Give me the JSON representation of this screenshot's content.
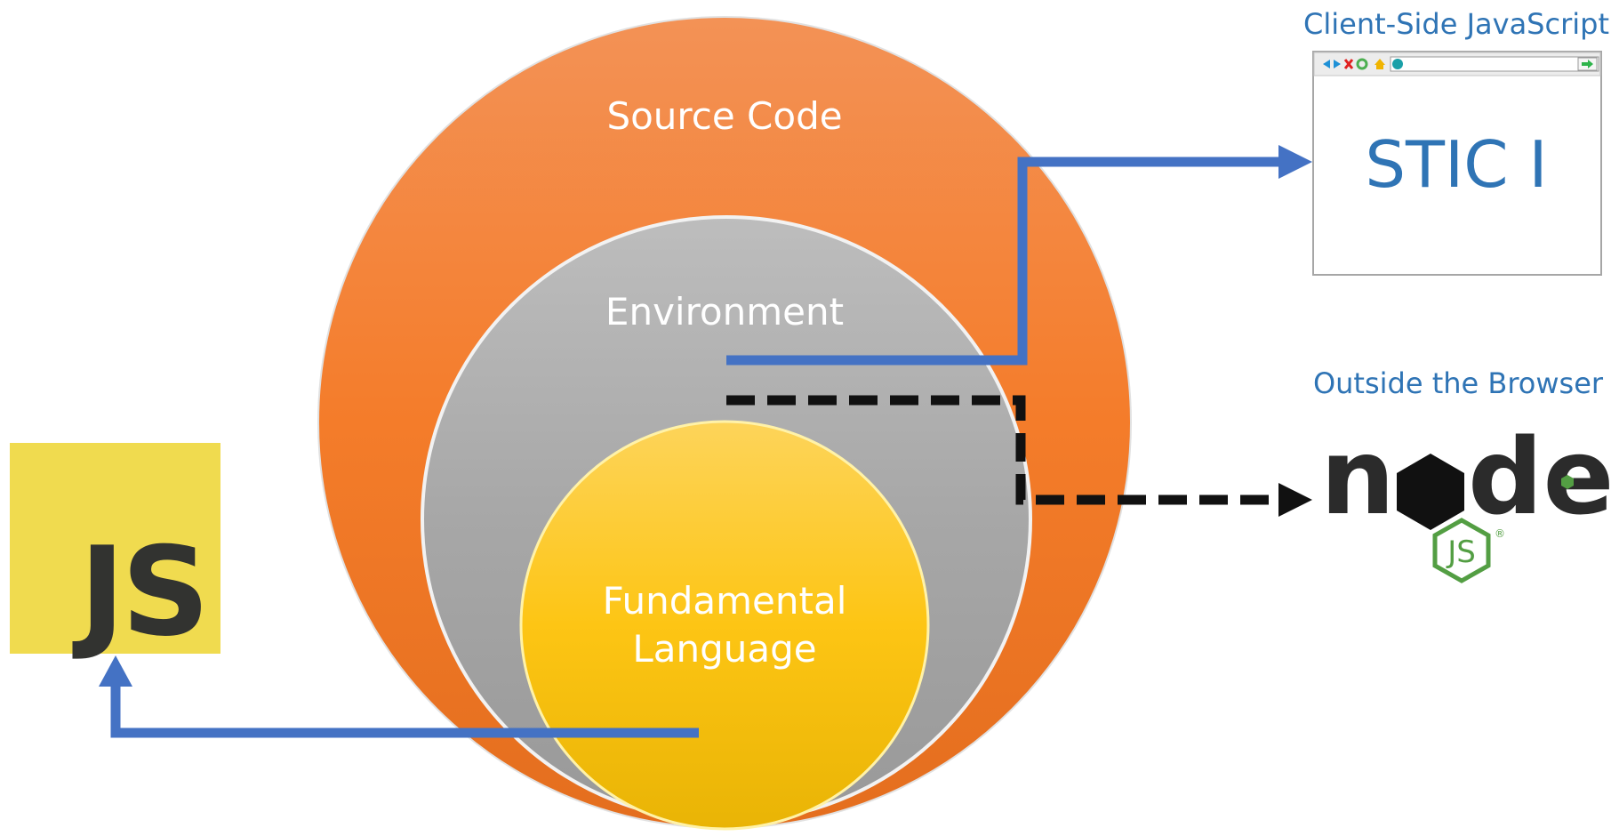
{
  "circles": {
    "outer": {
      "label": "Source Code",
      "color": "#f07e2e"
    },
    "middle": {
      "label": "Environment",
      "color": "#a9a9a9"
    },
    "inner": {
      "label_line1": "Fundamental",
      "label_line2": "Language",
      "color": "#fdc31a"
    }
  },
  "client_side": {
    "heading": "Client-Side JavaScript",
    "browser_content": "STIC I",
    "accent": "#2f74b5"
  },
  "outside_browser": {
    "heading": "Outside the Browser",
    "logo_word_part1": "n",
    "logo_word_part2": "de",
    "badge_text": "JS",
    "registered_mark": "®",
    "badge_color": "#539e43"
  },
  "js_logo": {
    "text": "JS",
    "background": "#f0db4f",
    "foreground": "#323330"
  },
  "arrows": {
    "solid_color": "#4472c4",
    "dashed_color": "#111111"
  }
}
